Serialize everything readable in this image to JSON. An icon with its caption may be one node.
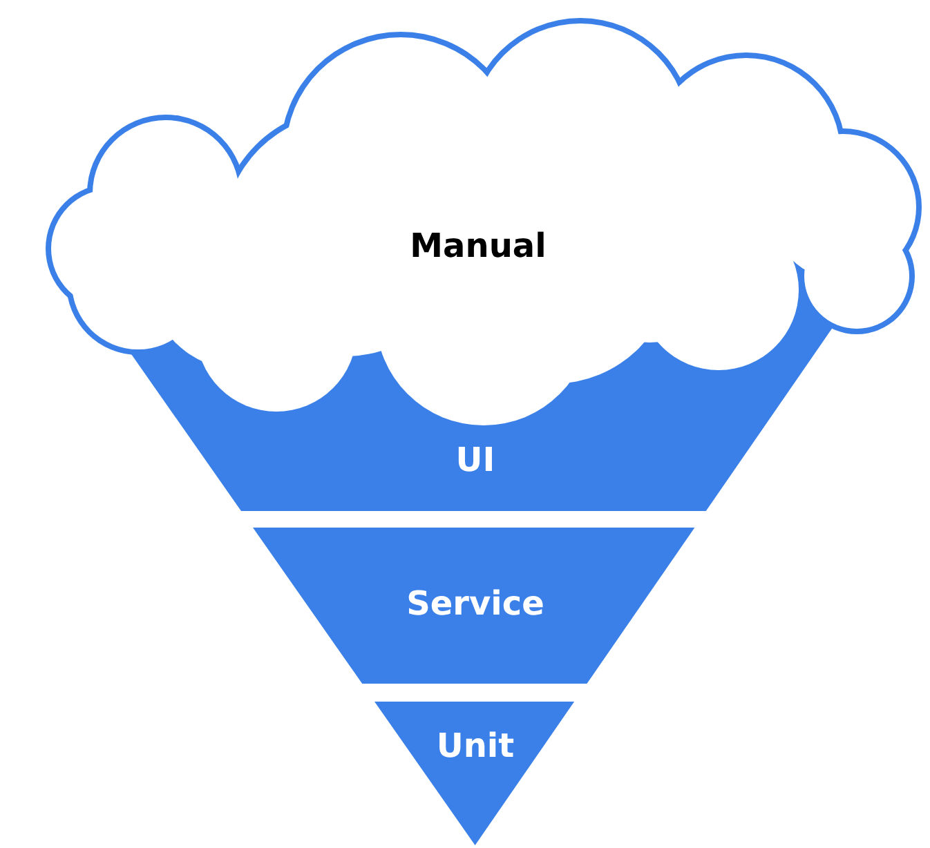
{
  "diagram": {
    "nodes": [
      {
        "text": [
          "UI"
        ]
      },
      {
        "text": [
          "Service"
        ]
      },
      {
        "text": [
          "Unit"
        ]
      },
      {
        "text": [
          "Manual"
        ]
      }
    ]
  }
}
